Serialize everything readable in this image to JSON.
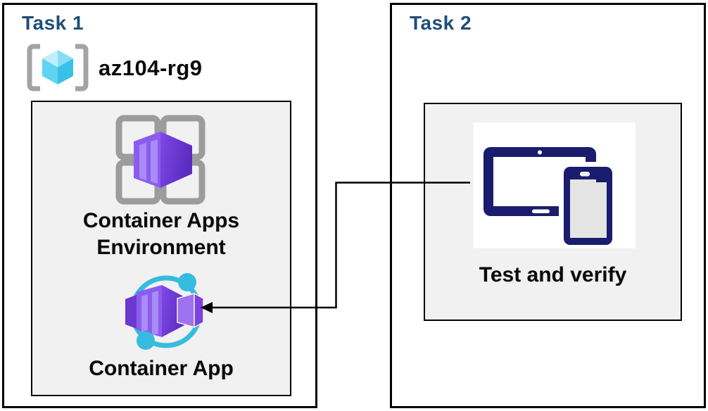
{
  "task1": {
    "title": "Task 1",
    "resource_group_name": "az104-rg9",
    "environment_label": "Container Apps Environment",
    "app_label": "Container App"
  },
  "task2": {
    "title": "Task 2",
    "verify_label": "Test and verify"
  },
  "connector": {
    "type": "elbow-arrow",
    "from": "test-and-verify-devices",
    "to": "container-app"
  },
  "icons": {
    "resource_group": "azure-resource-group-icon",
    "environment": "container-apps-environment-icon",
    "container_app": "container-app-icon",
    "devices": "tablet-and-phone-icon"
  },
  "colors": {
    "task_title": "#1F4E79",
    "inner_box_background": "#F1F1F1",
    "border": "#000000",
    "label_text": "#0A0A0A",
    "purple_face": "#8B5CF0",
    "purple_shade": "#5B2ABF",
    "purple_stripe": "#A98CF5",
    "teal": "#35BCDF",
    "device_navy": "#1A1C6E",
    "icon_gray": "#9C9C9C",
    "bracket_gray": "#A3A3A3",
    "cube_cyan_light": "#BFEFFA",
    "cube_cyan_mid": "#5FD3F1",
    "cube_cyan_dark": "#38C0E9"
  }
}
